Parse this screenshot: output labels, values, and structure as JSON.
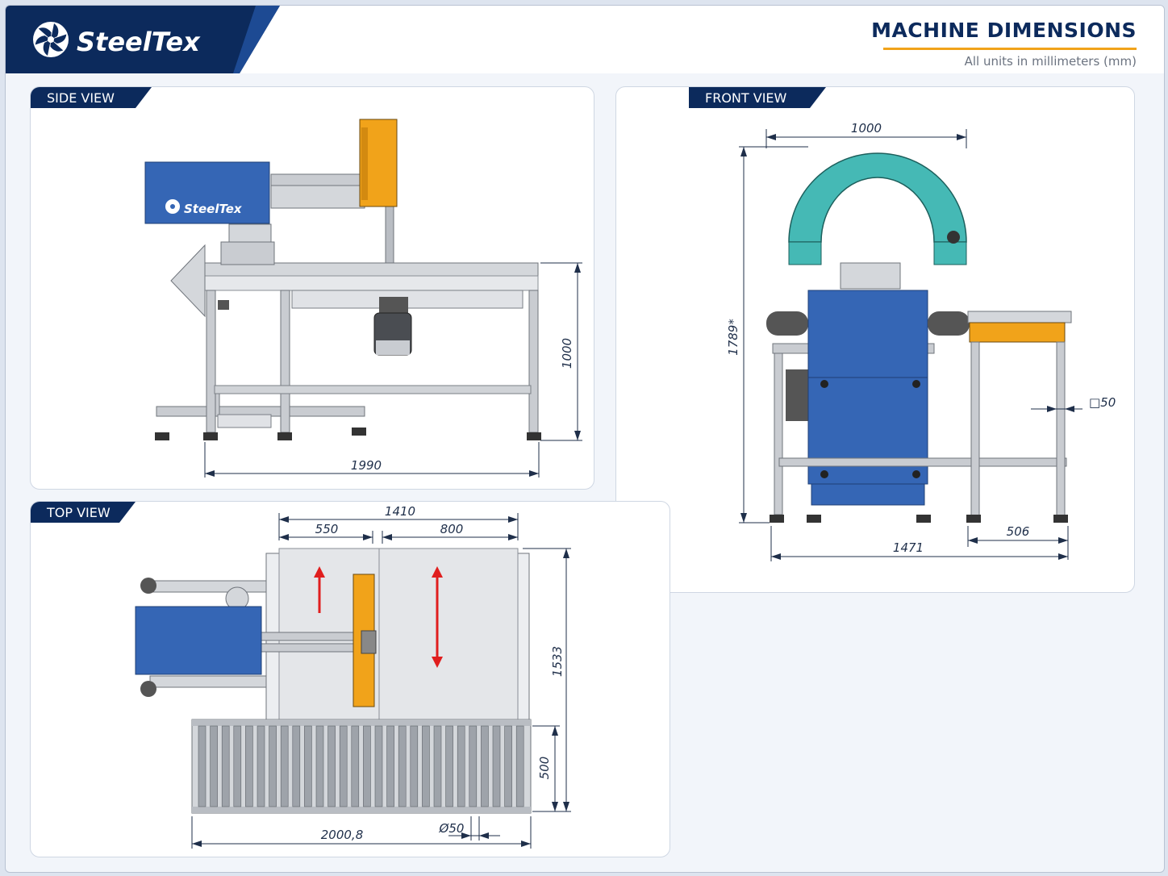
{
  "header": {
    "brand": "SteelTex",
    "title": "MACHINE DIMENSIONS",
    "subtitle": "All units in millimeters (mm)"
  },
  "side_view": {
    "label": "SIDE VIEW",
    "machine_brand": "SteelTex",
    "dims": {
      "height": "1000",
      "length": "1990"
    }
  },
  "front_view": {
    "label": "FRONT VIEW",
    "dims": {
      "ring_width": "1000",
      "total_height": "1789*",
      "profile": "□50",
      "conveyor": "506",
      "total_width": "1471"
    }
  },
  "top_view": {
    "label": "TOP VIEW",
    "dims": {
      "total": "1410",
      "left": "550",
      "right": "800",
      "depth": "1533",
      "conveyor_depth": "500",
      "length": "2000,8",
      "roller": "Ø50"
    }
  },
  "colors": {
    "navy": "#0c2a5c",
    "accent": "#f1a31a",
    "machine_blue": "#3566b5",
    "ring_teal": "#45b9b5",
    "steel": "#c9ccd1",
    "arrow_red": "#e01e1e"
  }
}
